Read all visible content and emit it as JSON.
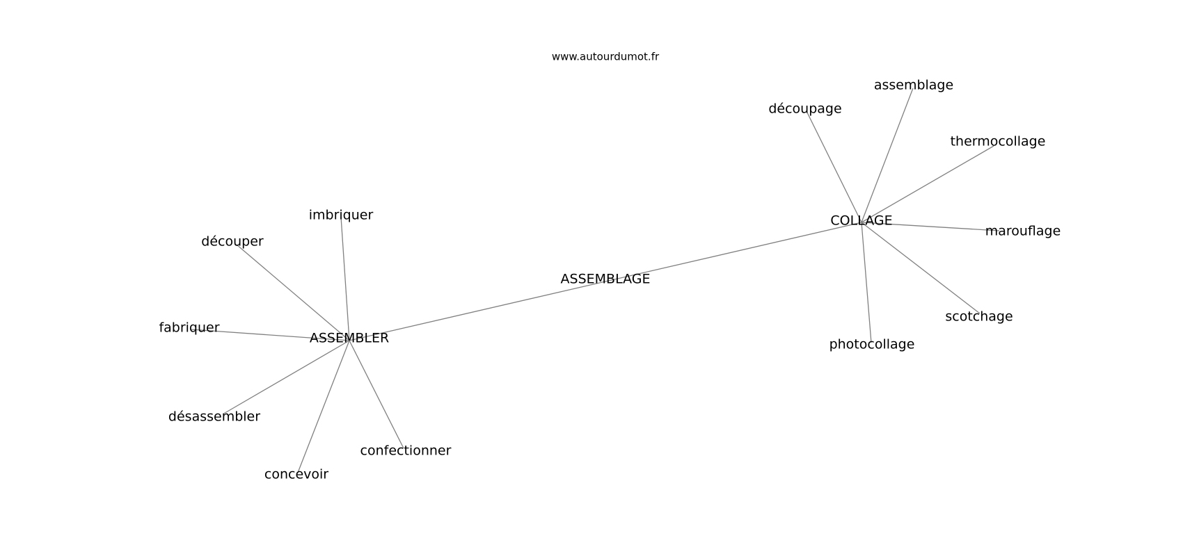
{
  "site": "www.autourdumot.fr",
  "nodes": [
    {
      "id": "assemblage-center",
      "label": "ASSEMBLAGE"
    },
    {
      "id": "assembler",
      "label": "ASSEMBLER"
    },
    {
      "id": "collage",
      "label": "COLLAGE"
    },
    {
      "id": "imbriquer",
      "label": "imbriquer"
    },
    {
      "id": "decouper",
      "label": "découper"
    },
    {
      "id": "fabriquer",
      "label": "fabriquer"
    },
    {
      "id": "desassembler",
      "label": "désassembler"
    },
    {
      "id": "concevoir",
      "label": "concevoir"
    },
    {
      "id": "confectionner",
      "label": "confectionner"
    },
    {
      "id": "decoupage",
      "label": "découpage"
    },
    {
      "id": "assemblage",
      "label": "assemblage"
    },
    {
      "id": "thermocollage",
      "label": "thermocollage"
    },
    {
      "id": "marouflage",
      "label": "marouflage"
    },
    {
      "id": "scotchage",
      "label": "scotchage"
    },
    {
      "id": "photocollage",
      "label": "photocollage"
    }
  ],
  "edges": [
    [
      "assembler",
      "collage"
    ],
    [
      "assembler",
      "imbriquer"
    ],
    [
      "assembler",
      "decouper"
    ],
    [
      "assembler",
      "fabriquer"
    ],
    [
      "assembler",
      "desassembler"
    ],
    [
      "assembler",
      "concevoir"
    ],
    [
      "assembler",
      "confectionner"
    ],
    [
      "collage",
      "decoupage"
    ],
    [
      "collage",
      "assemblage"
    ],
    [
      "collage",
      "thermocollage"
    ],
    [
      "collage",
      "marouflage"
    ],
    [
      "collage",
      "scotchage"
    ],
    [
      "collage",
      "photocollage"
    ]
  ]
}
